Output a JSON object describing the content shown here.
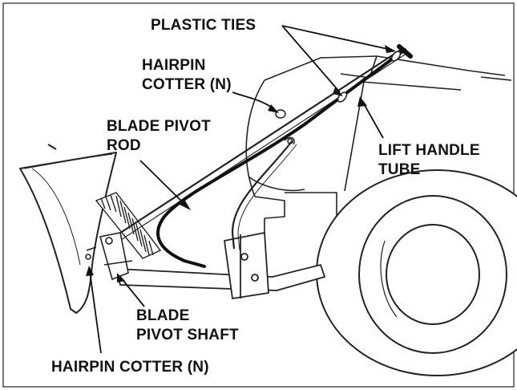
{
  "labels": {
    "plastic_ties": "PLASTIC TIES",
    "hairpin_cotter_top": [
      "HAIRPIN",
      "COTTER (N)"
    ],
    "blade_pivot_rod": [
      "BLADE PIVOT",
      "ROD"
    ],
    "lift_handle_tube": [
      "LIFT HANDLE",
      "TUBE"
    ],
    "blade_pivot_shaft": [
      "BLADE",
      "PIVOT SHAFT"
    ],
    "hairpin_cotter_bottom": "HAIRPIN COTTER (N)"
  }
}
